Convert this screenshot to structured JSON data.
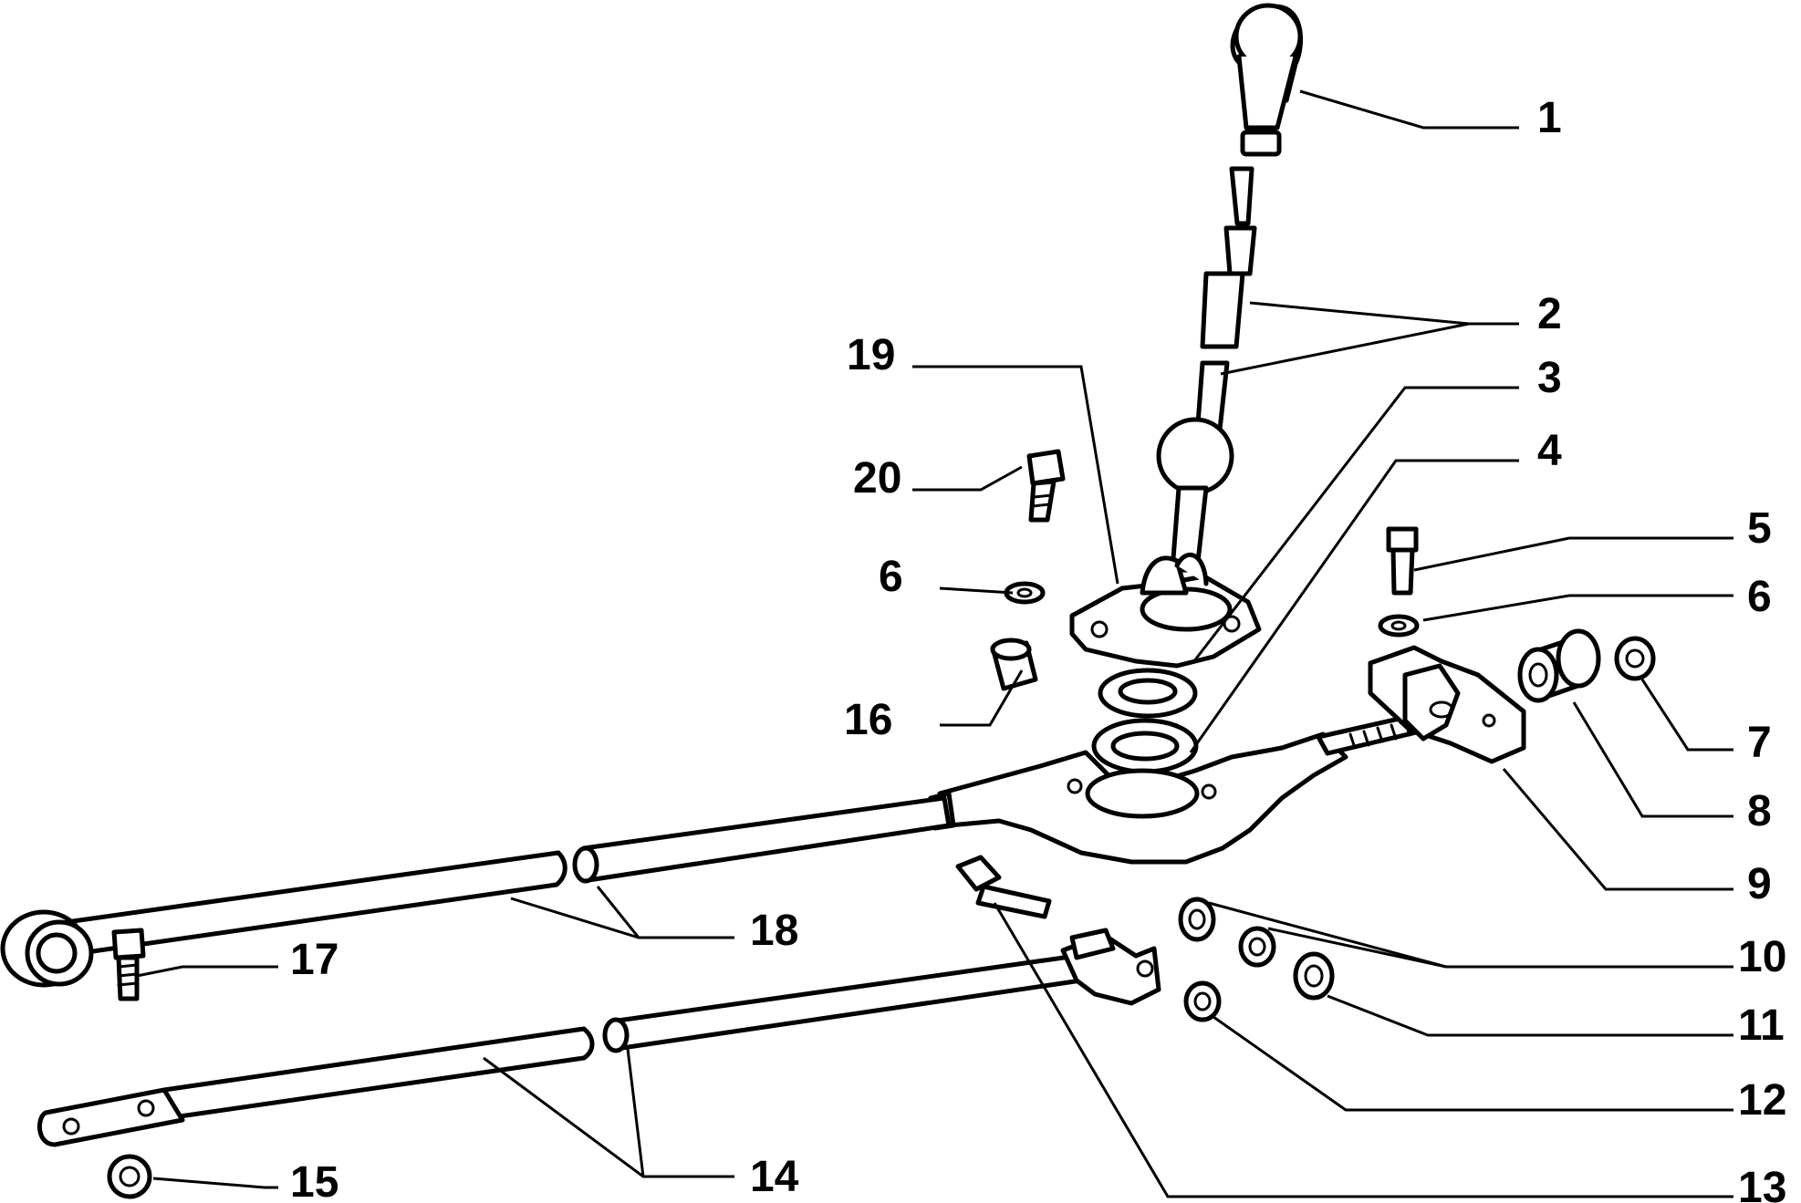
{
  "callouts": {
    "c1": "1",
    "c2": "2",
    "c3": "3",
    "c4": "4",
    "c5": "5",
    "c6a": "6",
    "c6b": "6",
    "c7": "7",
    "c8": "8",
    "c9": "9",
    "c10": "10",
    "c11": "11",
    "c12": "12",
    "c13": "13",
    "c14": "14",
    "c15": "15",
    "c16": "16",
    "c17": "17",
    "c18": "18",
    "c19": "19",
    "c20": "20"
  }
}
